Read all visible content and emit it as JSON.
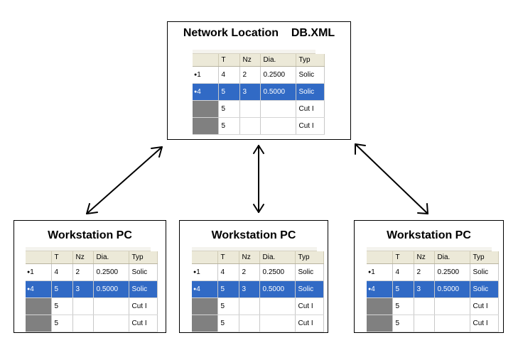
{
  "server": {
    "title": "Network Location    DB.XML"
  },
  "workstations": [
    {
      "title": "Workstation PC"
    },
    {
      "title": "Workstation PC"
    },
    {
      "title": "Workstation PC"
    }
  ],
  "table": {
    "headers": [
      "",
      "T",
      "Nz",
      "Dia.",
      "Typ"
    ],
    "rows": [
      {
        "marker": "1",
        "cells": [
          "4",
          "2",
          "0.2500",
          "Solic"
        ],
        "selected": false
      },
      {
        "marker": "4",
        "cells": [
          "5",
          "3",
          "0.5000",
          "Solic"
        ],
        "selected": true
      },
      {
        "marker": "",
        "cells": [
          "5",
          "",
          "",
          "Cut I"
        ],
        "selected": false
      },
      {
        "marker": "",
        "cells": [
          "5",
          "",
          "",
          "Cut I"
        ],
        "selected": false
      }
    ]
  },
  "colors": {
    "selection": "#316ac5",
    "header_bg": "#ece9d8",
    "gray_rowheader": "#808080"
  },
  "connections": [
    {
      "from": "server",
      "to": "workstation-1",
      "style": "double-arrow"
    },
    {
      "from": "server",
      "to": "workstation-2",
      "style": "double-arrow"
    },
    {
      "from": "server",
      "to": "workstation-3",
      "style": "double-arrow"
    }
  ]
}
